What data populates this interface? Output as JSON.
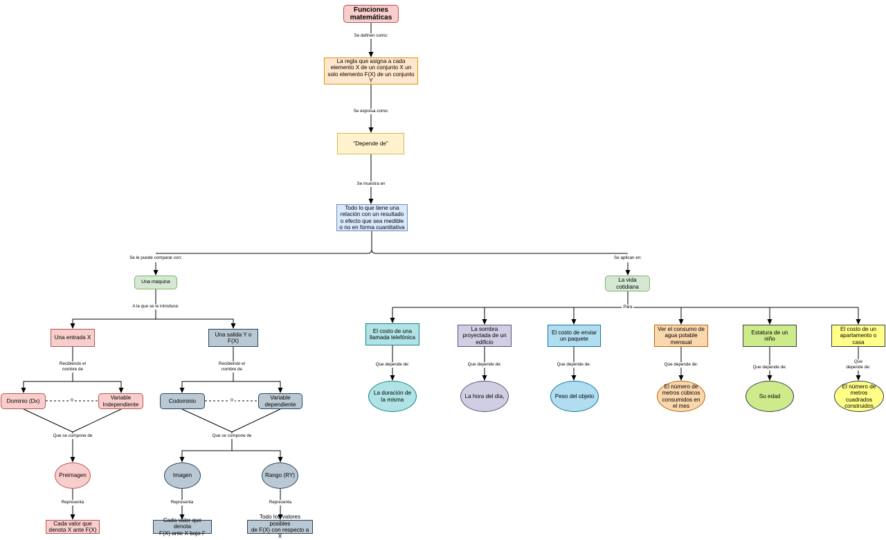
{
  "nodes": {
    "title": "Funciones\nmatemáticas",
    "definition": "La regla que asigna a cada elemento X de un conjunto X un solo elemento F(X) de un conjunto Y",
    "depends": "\"Depende de\"",
    "relation": "Todo lo que tiene una relación con un resultado o efecto que sea medible o no en forma cuantitativa",
    "machine": "Una maquina",
    "daily_life": "La vida cotidiana",
    "input_x": "Una entrada X",
    "output_y": "Una salida Y o F(X)",
    "domain": "Dominio (Dx)",
    "independent": "Variable\nIndependiente",
    "codomain": "Codominio",
    "dependent": "Variable\ndependiente",
    "preimage": "Preimagen",
    "image": "Imagen",
    "range": "Rango (RY)",
    "preimage_desc": "Cada valor que\ndenota X ante F(X)",
    "image_desc": "Cada valor que denota\nF(X) ante X bajo F",
    "range_desc": "Todo los valores posibles\nde F(X) con respecto a X",
    "ex1": "El costo de una llamada telefónica",
    "ex2": "La sombra proyectada de un edificio",
    "ex3": "El costo de enviar un paquete",
    "ex4": "Ver el consumo de agua potable mensual",
    "ex5": "Estatura de un niño",
    "ex6": "El costo de un apartamento o casa",
    "dep1": "La duración de la misma",
    "dep2": "La hora del día,",
    "dep3": "Peso del objeto",
    "dep4": "El número de metros cúbicos consumidos en el mes",
    "dep5": "Su edad",
    "dep6": "El número de metros cuadrados construidos"
  },
  "labels": {
    "defined_as": "Se definen como:",
    "expressed_as": "Se expresa como:",
    "shown_in": "Se muestra en",
    "compare": "Se le puede comparar con:",
    "applied": "Se aplican en:",
    "introduced": "A la que se le introduce:",
    "para": "Para",
    "receiving_1": "Recibiendo el\nnombre de",
    "receiving_2": "Recibiendo el\nnombre de",
    "or_1": "o",
    "or_2": "o",
    "composed_1": "Que se compone de",
    "composed_2": "Que se compone de",
    "represents_1": "Representa",
    "represents_2": "Representa",
    "represents_3": "Representa",
    "depends_on_1": "Que depende de:",
    "depends_on_2": "Que depende de:",
    "depends_on_3": "Que depende de:",
    "depends_on_4": "Que depende de:",
    "depends_on_5": "Que depende de:",
    "depends_on_6": "Que depende de:"
  }
}
